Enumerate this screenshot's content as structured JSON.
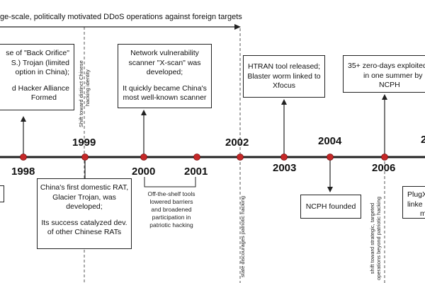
{
  "banner": "ge-scale, politically motivated DDoS operations against foreign targets",
  "years": {
    "y1998": "1998",
    "y1999": "1999",
    "y2000": "2000",
    "y2001": "2001",
    "y2002": "2002",
    "y2003": "2003",
    "y2004": "2004",
    "y2006": "2006",
    "y_cut": "2"
  },
  "boxes": {
    "back_orifice": {
      "l1": "se of \"Back Orifice\"",
      "l2": "S.) Trojan (limited",
      "l3": "option in China);",
      "l4": "d Hacker Alliance",
      "l5": "Formed"
    },
    "xscan": {
      "l1": "Network vulnerability",
      "l2": "scanner \"X-scan\" was",
      "l3": "developed;",
      "l4": "It quickly became China's",
      "l5": "most well-known scanner"
    },
    "htran": {
      "l1": "HTRAN tool released;",
      "l2": "Blaster worm linked to",
      "l3": "Xfocus"
    },
    "zero_days": {
      "l1": "35+ zero-days exploited",
      "l2": "in one summer by",
      "l3": "NCPH"
    },
    "glacier": {
      "l1": "China's first domestic RAT,",
      "l2": "Glacier Trojan, was",
      "l3": "developed;",
      "l4": "Its success catalyzed dev.",
      "l5": "of other Chinese RATs"
    },
    "ncph": {
      "l1": "NCPH founded"
    },
    "plugx": {
      "l1": "PlugX",
      "l2": "linke",
      "l3": "m"
    }
  },
  "notes": {
    "shift_1999": {
      "l1": "Shift toward distinct Chinese",
      "l2": "hacking identity"
    },
    "state_2002": "state discourages patriotic hacking",
    "shift_2006": {
      "l1": "shift toward strategic, targeted",
      "l2": "operations beyond patriotic hacking"
    },
    "offshelf": {
      "l1": "Off-the-shelf tools",
      "l2": "lowered barriers",
      "l3": "and broadened",
      "l4": "participation in",
      "l5": "patriotic hacking"
    }
  },
  "colors": {
    "line": "#222222",
    "marker": "#c62828",
    "text": "#111111"
  }
}
